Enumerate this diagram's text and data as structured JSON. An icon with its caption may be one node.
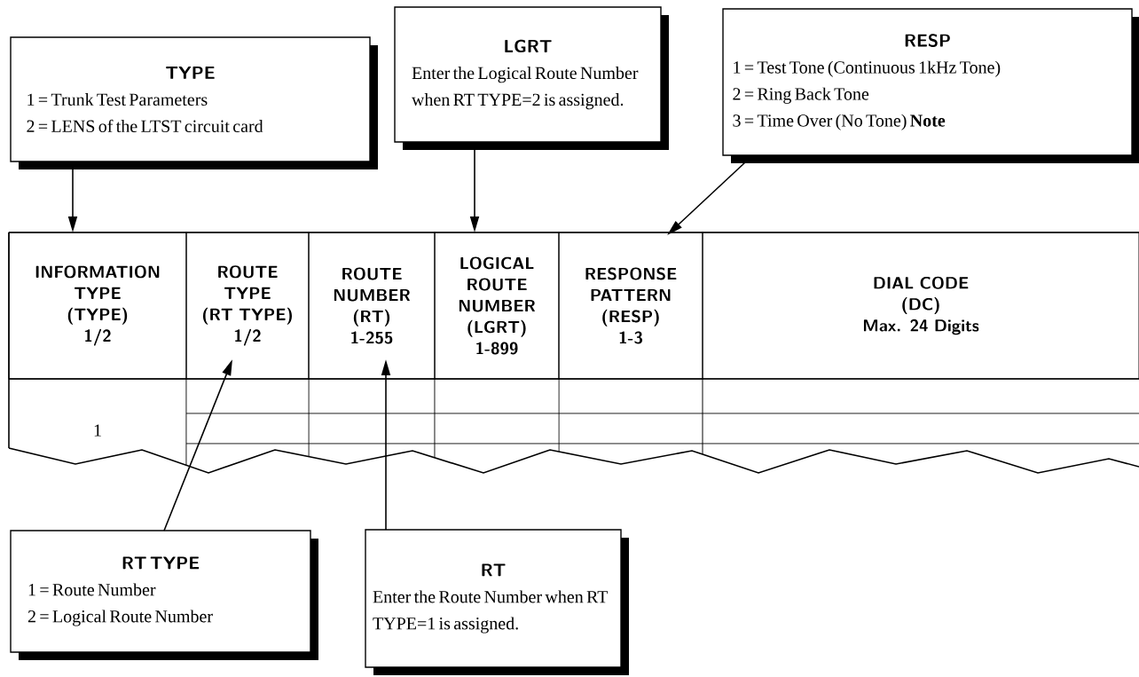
{
  "diagram": {
    "nodes": [
      {
        "text": [
          "TYPE",
          "1 = Trunk Test Parameters",
          "2 = LENS of the LTST circuit card"
        ]
      },
      {
        "text": [
          "LGRT",
          "Enter the Logical Route Number when RT TYPE=2 is assigned."
        ]
      },
      {
        "text": [
          "RESP",
          "1 = Test Tone (Continuous 1kHz Tone)",
          "2 = Ring Back Tone",
          "3 = Time Over (No Tone) **Note**"
        ]
      },
      {
        "text": [
          "RT TYPE",
          "1 = Route Number",
          "2 = Logical Route Number"
        ]
      },
      {
        "text": [
          "RT",
          "Enter the Route Number when RT TYPE=1 is assigned."
        ]
      },
      {
        "text": [
          "INFORMATION TYPE",
          "(TYPE)",
          "1/2"
        ]
      },
      {
        "text": [
          "ROUTE TYPE",
          "(RT TYPE)",
          "1/2"
        ]
      },
      {
        "text": [
          "ROUTE NUMBER",
          "(RT)",
          "1-255"
        ]
      },
      {
        "text": [
          "LOGICAL ROUTE NUMBER",
          "(LGRT)",
          "1-899"
        ]
      },
      {
        "text": [
          "RESPONSE PATTERN",
          "(RESP)",
          "1-3"
        ]
      },
      {
        "text": [
          "DIAL CODE",
          "(DC)",
          "Max. 24 Digits"
        ]
      }
    ],
    "edges": [
      {
        "from": 0,
        "to": 5,
        "arrow": "to"
      },
      {
        "from": 1,
        "to": 8,
        "arrow": "to"
      },
      {
        "from": 2,
        "to": 9,
        "arrow": "to"
      },
      {
        "from": 3,
        "to": 6,
        "arrow": "to"
      },
      {
        "from": 4,
        "to": 7,
        "arrow": "to"
      }
    ],
    "labels": [
      "1"
    ]
  }
}
